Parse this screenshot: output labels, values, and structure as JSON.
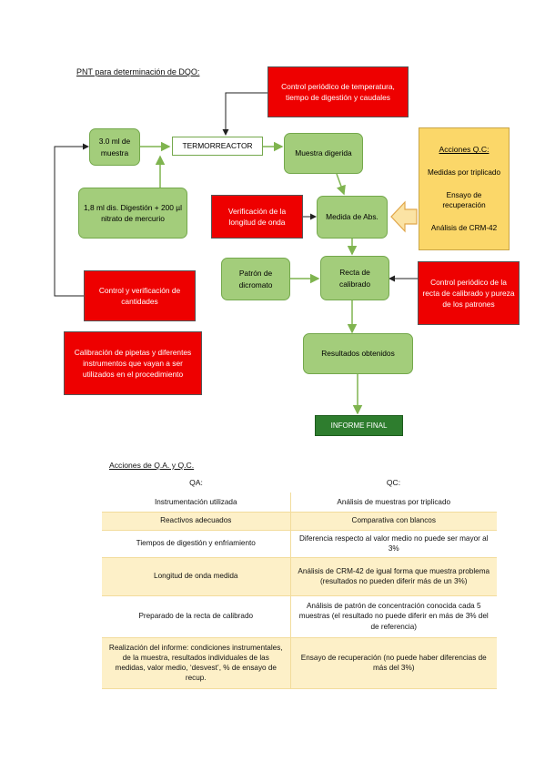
{
  "heading": "PNT para determinación de DQO:",
  "flow": {
    "muestra_vol": "3.0 ml de muestra",
    "termorreactor": "TERMORREACTOR",
    "muestra_digerida": "Muestra digerida",
    "digestion": "1,8 ml dis. Digestión + 200 µl nitrato de mercurio",
    "control_temp": "Control periódico de temperatura, tiempo de digestión y caudales",
    "control_cantidades": "Control y verificación de cantidades",
    "calibracion_pipetas": "Calibración de pipetas y diferentes instrumentos que vayan a ser utilizados en el procedimiento",
    "verificacion_onda": "Verificación de la longitud de onda",
    "medida_abs": "Medida de Abs.",
    "patron": "Patrón de dicromato",
    "recta": "Recta de calibrado",
    "control_recta": "Control periódico de la recta de calibrado y pureza de los patrones",
    "resultados": "Resultados obtenidos",
    "informe": "INFORME FINAL",
    "acciones_qc": {
      "title": "Acciones Q.C:",
      "items": [
        "Medidas por triplicado",
        "Ensayo de recuperación",
        "Análisis de CRM-42"
      ]
    }
  },
  "table": {
    "title": "Acciones de Q.A. y Q.C.",
    "headers": [
      "QA:",
      "QC:"
    ],
    "rows": [
      [
        "Instrumentación utilizada",
        "Análisis de muestras por triplicado"
      ],
      [
        "Reactivos adecuados",
        "Comparativa con blancos"
      ],
      [
        "Tiempos de digestión y enfriamiento",
        "Diferencia respecto al valor medio no puede ser mayor al 3%"
      ],
      [
        "Longitud de onda medida",
        "Análisis de CRM-42 de igual forma que muestra problema (resultados no pueden diferir más de un 3%)"
      ],
      [
        "Preparado de la recta de calibrado",
        "Análisis de patrón de concentración conocida cada 5 muestras (el resultado no puede diferir en más de 3% del de referencia)"
      ],
      [
        "Realización del informe: condiciones instrumentales, de la muestra, resultados individuales de las medidas, valor medio, ‘desvest’, % de ensayo de recup.",
        "Ensayo de recuperación (no puede haber diferencias de más del 3%)"
      ]
    ]
  },
  "colors": {
    "green_box": "#a3cd7b",
    "red_box": "#ee0000",
    "yellow_box": "#fbd769",
    "dark_green": "#2e7d2e",
    "table_band": "#fdf0c8"
  }
}
